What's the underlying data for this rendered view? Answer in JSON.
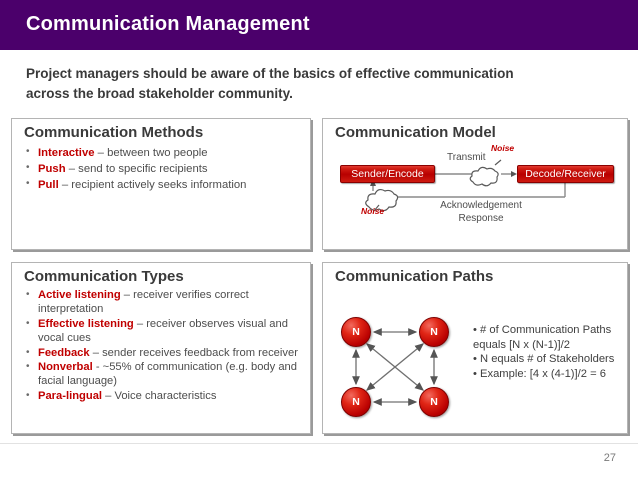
{
  "header": {
    "title": "Communication Management",
    "bar_color": "#4b006b"
  },
  "subtitle": "Project managers should be aware of the basics of effective communication across the broad stakeholder community.",
  "accent_colors": {
    "purple": "#4b006b",
    "red": "#c00000",
    "text_gray": "#4d4d4d"
  },
  "panels": {
    "methods": {
      "title": "Communication Methods",
      "items": [
        {
          "term": "Interactive",
          "rest": " – between two people"
        },
        {
          "term": "Push",
          "rest": " – send to specific recipients"
        },
        {
          "term": "Pull",
          "rest": " – recipient actively seeks information"
        }
      ]
    },
    "model": {
      "title": "Communication Model",
      "sender_box": "Sender/Encode",
      "receiver_box": "Decode/Receiver",
      "transmit_label": "Transmit",
      "ack_label": "Acknowledgement\nResponse",
      "noise_top": "Noise",
      "noise_bottom": "Noise"
    },
    "types": {
      "title": "Communication Types",
      "items": [
        {
          "term": "Active listening",
          "rest": " – receiver verifies correct interpretation"
        },
        {
          "term": "Effective listening",
          "rest": " – receiver observes visual and vocal cues"
        },
        {
          "term": "Feedback",
          "rest": " – sender receives feedback from receiver"
        },
        {
          "term": "Nonverbal",
          "rest": " - ~55% of communication (e.g. body and facial language)"
        },
        {
          "term": "Para-lingual",
          "rest": " – Voice characteristics"
        }
      ]
    },
    "paths": {
      "title": "Communication Paths",
      "node_label": "N",
      "nodes": [
        "N",
        "N",
        "N",
        "N"
      ],
      "notes": [
        "• # of Communication Paths equals [N x (N-1)]/2",
        "• N equals # of Stakeholders",
        "• Example: [4 x (4-1)]/2 = 6"
      ]
    }
  },
  "footer": {
    "page_number": "27"
  }
}
